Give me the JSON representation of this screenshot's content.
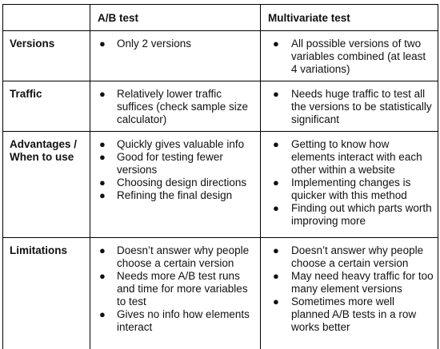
{
  "table": {
    "headers": [
      "",
      "A/B test",
      "Multivariate test"
    ],
    "rows": [
      {
        "label": "Versions",
        "ab": [
          "Only 2  versions"
        ],
        "mv": [
          "All possible  versions of two variables combined (at least 4 variations)"
        ]
      },
      {
        "label": "Traffic",
        "ab": [
          "Relatively lower traffic suffices (check sample size calculator)"
        ],
        "mv": [
          "Needs huge traffic to test all the versions to be statistically significant"
        ]
      },
      {
        "label": "Advantages / When to use",
        "ab": [
          "Quickly gives valuable info",
          "Good for testing fewer versions",
          "Choosing design directions",
          "Refining the final design"
        ],
        "mv": [
          "Getting to know how elements interact with each other within a website",
          "Implementing changes is quicker with this method",
          "Finding out which parts worth improving more"
        ]
      },
      {
        "label": "Limitations",
        "ab": [
          "Doesn’t answer why people choose a certain version",
          "Needs more A/B test runs and time for more variables to test",
          "Gives no info how elements interact"
        ],
        "mv": [
          "Doesn’t answer why people choose a certain version",
          "May need heavy traffic for too many element versions",
          "Sometimes more well planned A/B tests in a row works better"
        ]
      }
    ]
  },
  "bullet_glyph": "●",
  "colors": {
    "border": "#000000",
    "text": "#111111",
    "background": "#ffffff"
  }
}
